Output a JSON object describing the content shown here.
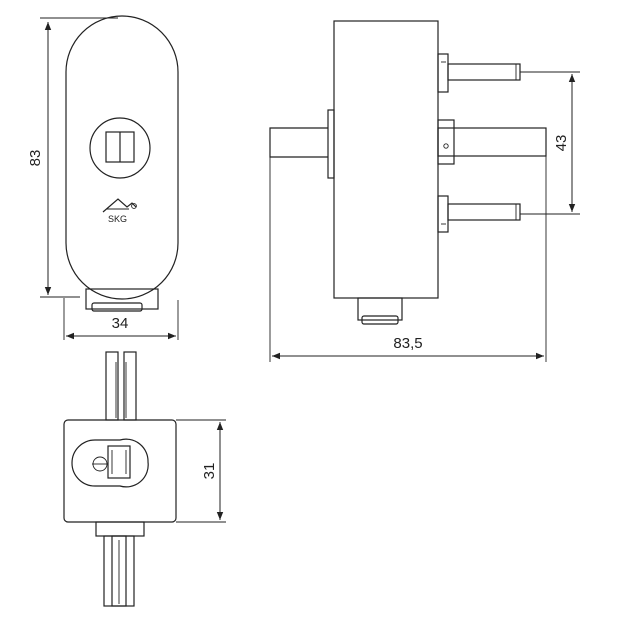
{
  "dimensions": {
    "height_label": "83",
    "width_label": "34",
    "side_height_label": "43",
    "side_length_label": "83,5",
    "top_height_label": "31"
  },
  "logo": {
    "text": "SKG"
  }
}
